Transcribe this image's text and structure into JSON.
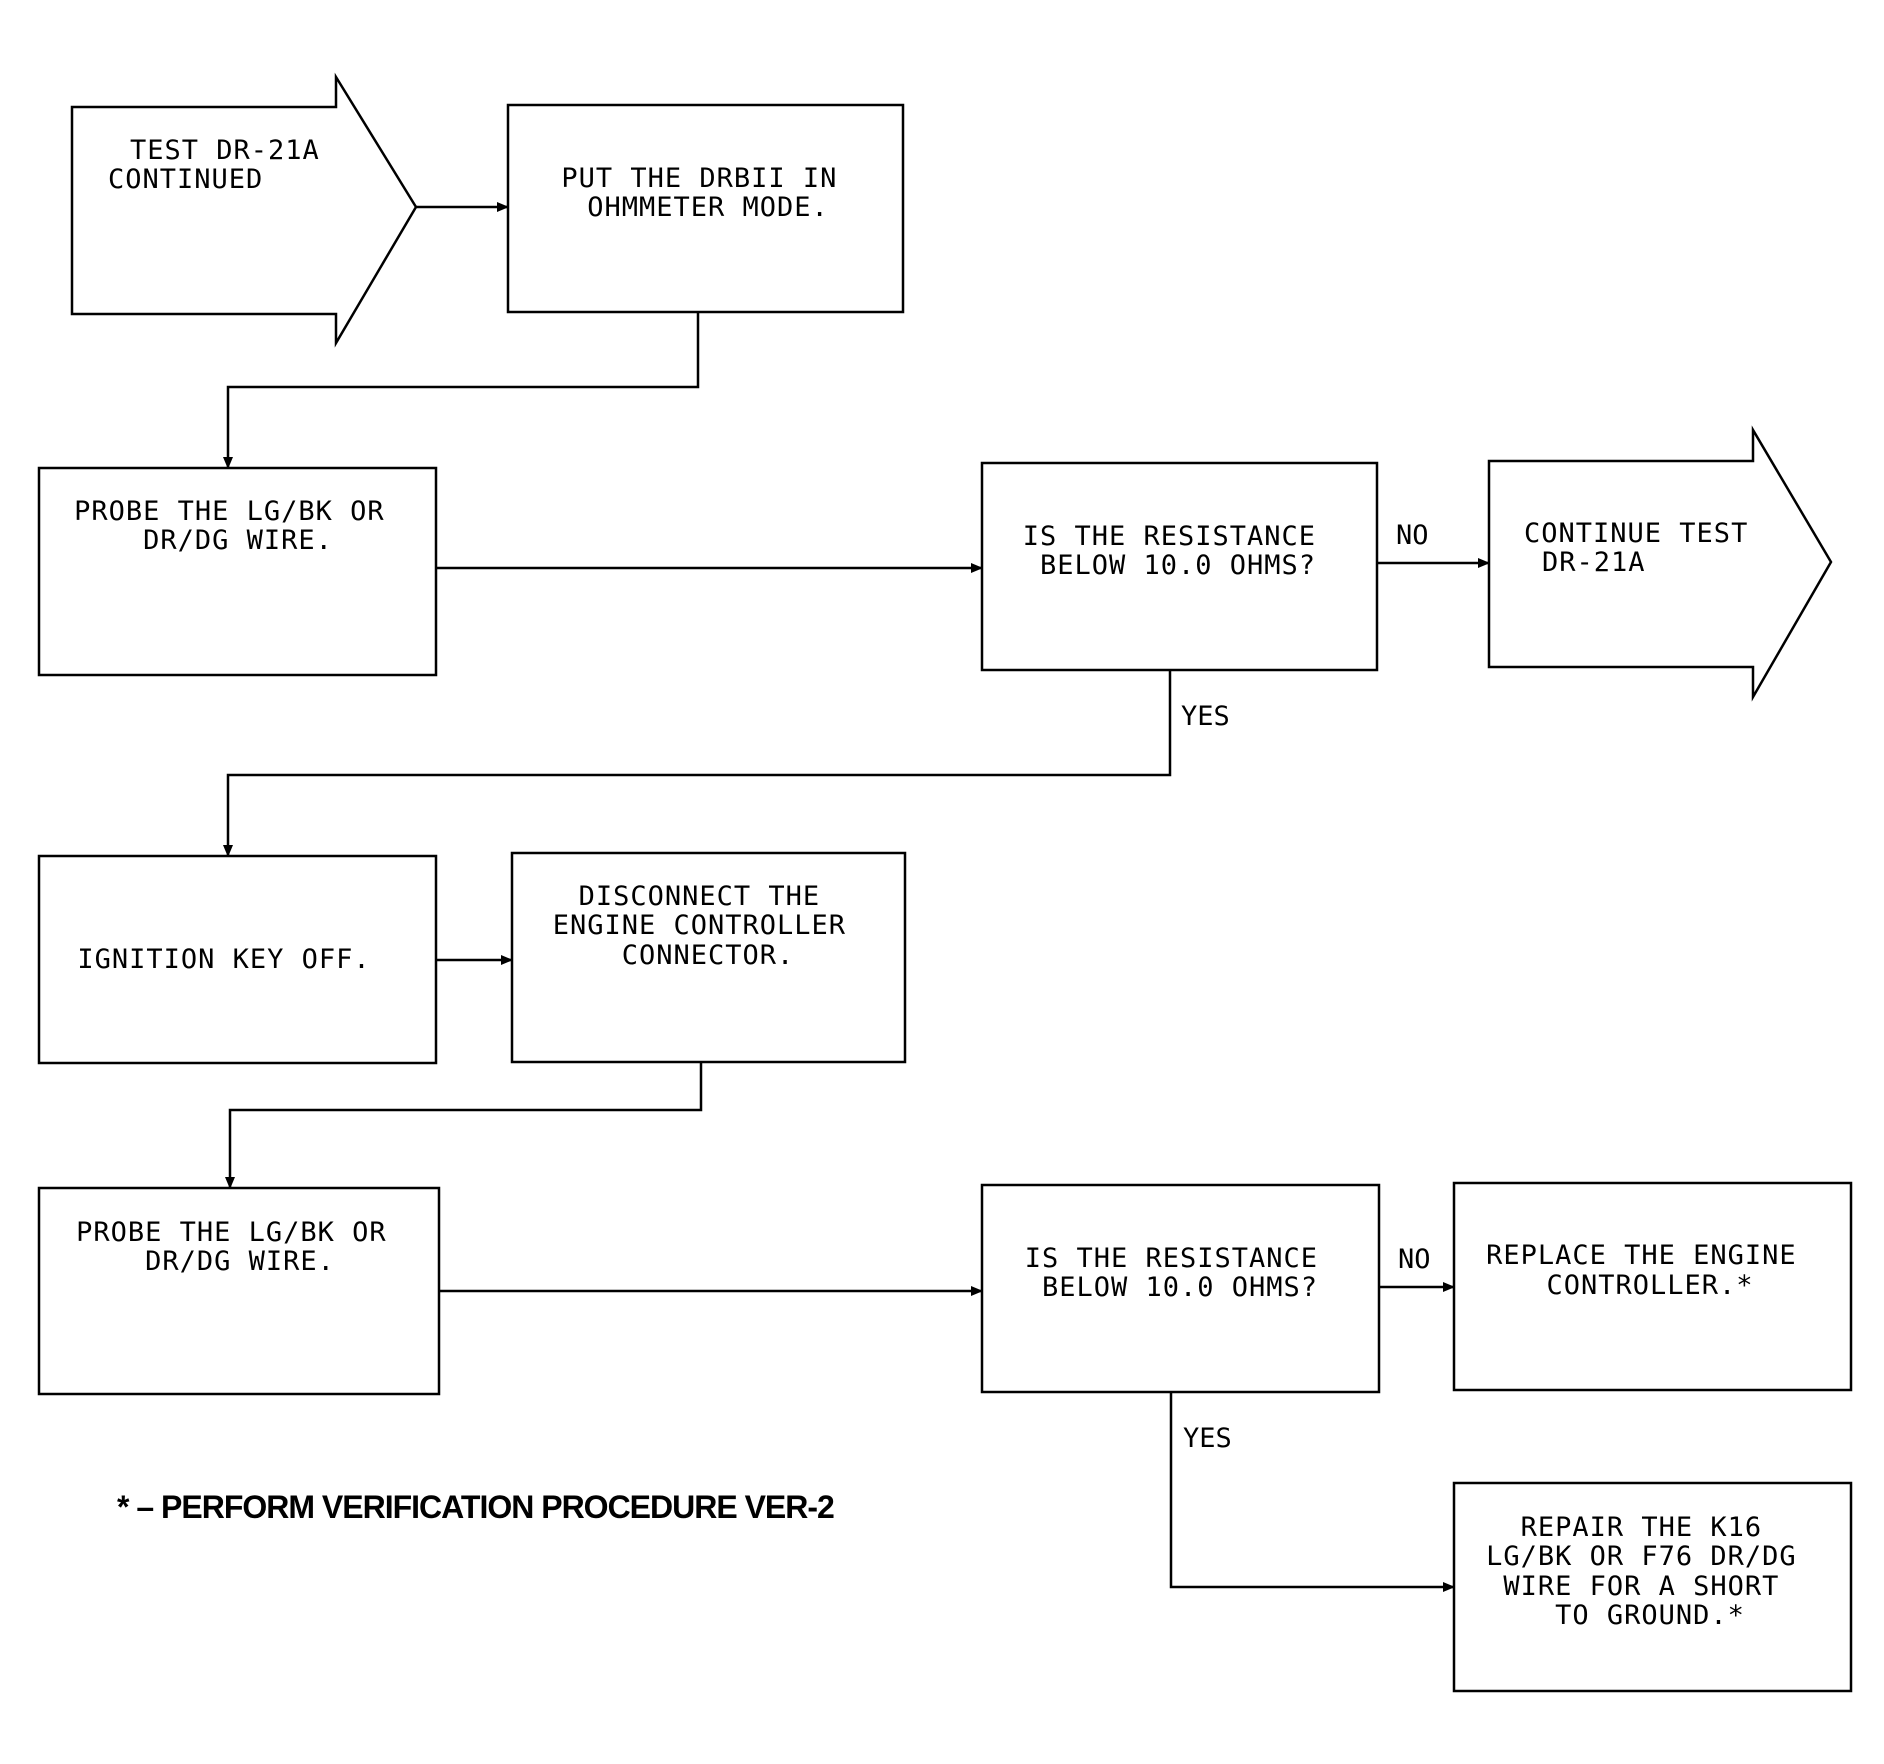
{
  "nodes": {
    "start": {
      "lines": [
        "TEST DR-21A",
        "CONTINUED"
      ]
    },
    "put_drbii": {
      "lines": [
        "PUT THE DRBII IN",
        "OHMMETER MODE."
      ]
    },
    "probe_1": {
      "lines": [
        "PROBE THE LG/BK OR",
        "DR/DG WIRE."
      ]
    },
    "decision_1": {
      "lines": [
        "IS THE RESISTANCE",
        "BELOW 10.0 OHMS?"
      ]
    },
    "continue_test": {
      "lines": [
        "CONTINUE TEST",
        "DR-21A"
      ]
    },
    "ignition_off": {
      "lines": [
        "IGNITION KEY OFF."
      ]
    },
    "disconnect": {
      "lines": [
        "DISCONNECT THE",
        "ENGINE CONTROLLER",
        "CONNECTOR."
      ]
    },
    "probe_2": {
      "lines": [
        "PROBE THE LG/BK OR",
        "DR/DG WIRE."
      ]
    },
    "decision_2": {
      "lines": [
        "IS THE RESISTANCE",
        "BELOW 10.0 OHMS?"
      ]
    },
    "replace_controller": {
      "lines": [
        "REPLACE THE ENGINE",
        "CONTROLLER.*"
      ]
    },
    "repair_wire": {
      "lines": [
        "REPAIR THE K16",
        "LG/BK OR F76 DR/DG",
        "WIRE FOR A SHORT",
        "TO GROUND.*"
      ]
    }
  },
  "edges": {
    "decision_1_no": "NO",
    "decision_1_yes": "YES",
    "decision_2_no": "NO",
    "decision_2_yes": "YES"
  },
  "footnote": "* – PERFORM VERIFICATION PROCEDURE VER-2"
}
